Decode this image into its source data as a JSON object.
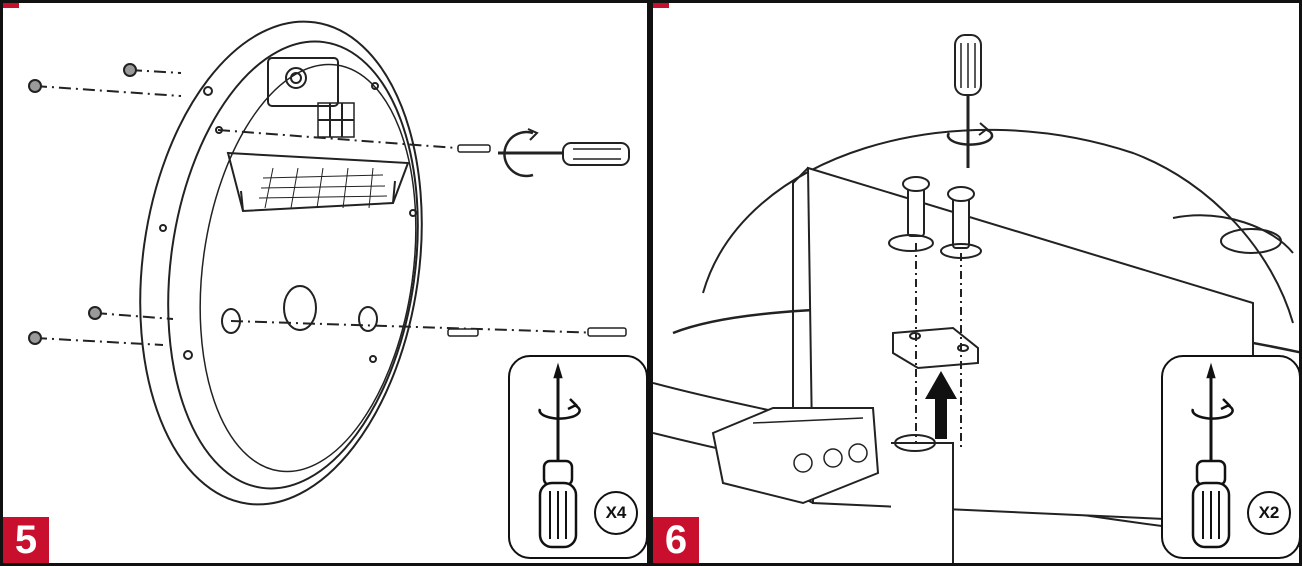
{
  "steps": [
    {
      "number": "5",
      "quantity": "X4",
      "tool": "screwdriver-icon"
    },
    {
      "number": "6",
      "quantity": "X2",
      "tool": "screwdriver-icon"
    }
  ],
  "colors": {
    "badge": "#c8102e",
    "line": "#111111",
    "paper": "#ffffff"
  }
}
